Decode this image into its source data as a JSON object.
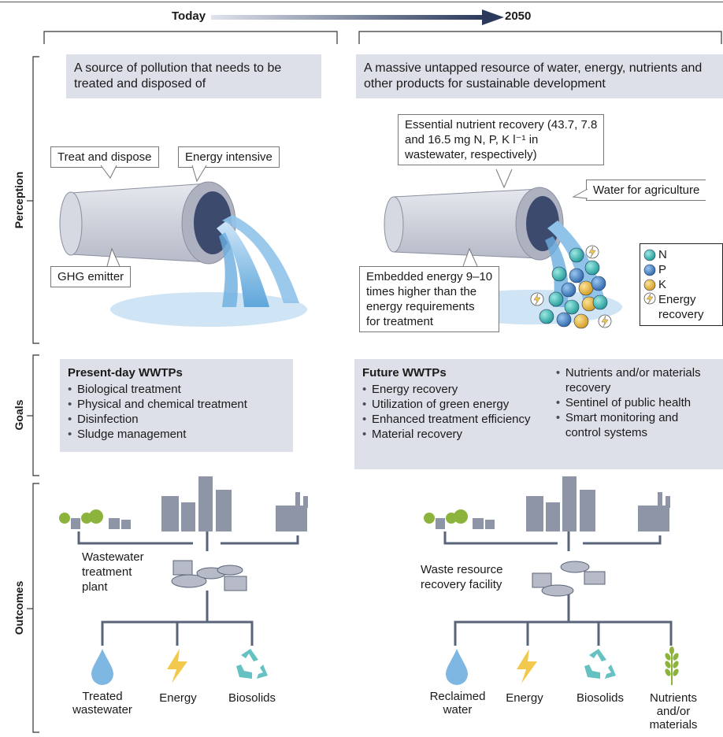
{
  "timeline": {
    "start": "Today",
    "end": "2050"
  },
  "sections": {
    "perception": "Perception",
    "goals": "Goals",
    "outcomes": "Outcomes"
  },
  "today": {
    "perception_banner": "A source of pollution that needs to be treated and disposed of",
    "callouts": {
      "treat": "Treat and dispose",
      "energy": "Energy intensive",
      "ghg": "GHG emitter"
    },
    "goals_title": "Present-day WWTPs",
    "goals": [
      "Biological treatment",
      "Physical and chemical treatment",
      "Disinfection",
      "Sludge management"
    ],
    "facility": "Wastewater treatment plant",
    "facility_lines": [
      "Wastewater",
      "treatment",
      "plant"
    ],
    "outcomes": [
      {
        "label_lines": [
          "Treated",
          "wastewater"
        ],
        "icon": "water-drop-icon"
      },
      {
        "label_lines": [
          "Energy"
        ],
        "icon": "lightning-icon"
      },
      {
        "label_lines": [
          "Biosolids"
        ],
        "icon": "recycle-icon"
      }
    ]
  },
  "future": {
    "perception_banner": "A massive untapped resource of water, energy, nutrients and other products for sustainable development",
    "callouts": {
      "nutrient_lines": [
        "Essential nutrient recovery (43.7, 7.8",
        "and 16.5 mg N, P, K l⁻¹ in",
        "wastewater, respectively)"
      ],
      "water": "Water for agriculture",
      "embedded_lines": [
        "Embedded energy 9–10",
        "times higher than the",
        "energy requirements",
        "for treatment"
      ]
    },
    "legend": {
      "n": "N",
      "p": "P",
      "k": "K",
      "energy_lines": [
        "Energy",
        "recovery"
      ]
    },
    "goals_title": "Future WWTPs",
    "goals_col1": [
      "Energy recovery",
      "Utilization of green energy",
      "Enhanced treatment efficiency",
      "Material recovery"
    ],
    "goals_col2": [
      "Nutrients and/or materials recovery",
      "Sentinel of public health",
      "Smart monitoring and control systems"
    ],
    "facility_lines": [
      "Waste resource",
      "recovery facility"
    ],
    "outcomes": [
      {
        "label_lines": [
          "Reclaimed",
          "water"
        ],
        "icon": "water-drop-icon"
      },
      {
        "label_lines": [
          "Energy"
        ],
        "icon": "lightning-icon"
      },
      {
        "label_lines": [
          "Biosolids"
        ],
        "icon": "recycle-icon"
      },
      {
        "label_lines": [
          "Nutrients",
          "and/or",
          "materials"
        ],
        "icon": "wheat-icon"
      }
    ]
  },
  "colors": {
    "navy": "#2b3a5c",
    "banner": "#dde0e8",
    "pipe": "#c9ccd6",
    "water": "#7fb7e3",
    "n": "#2cb3b0",
    "p": "#3a7fc6",
    "k": "#e9b83a",
    "energy_icon": "#f2c94c",
    "recycle": "#66c2c2",
    "wheat": "#8cb43c"
  }
}
